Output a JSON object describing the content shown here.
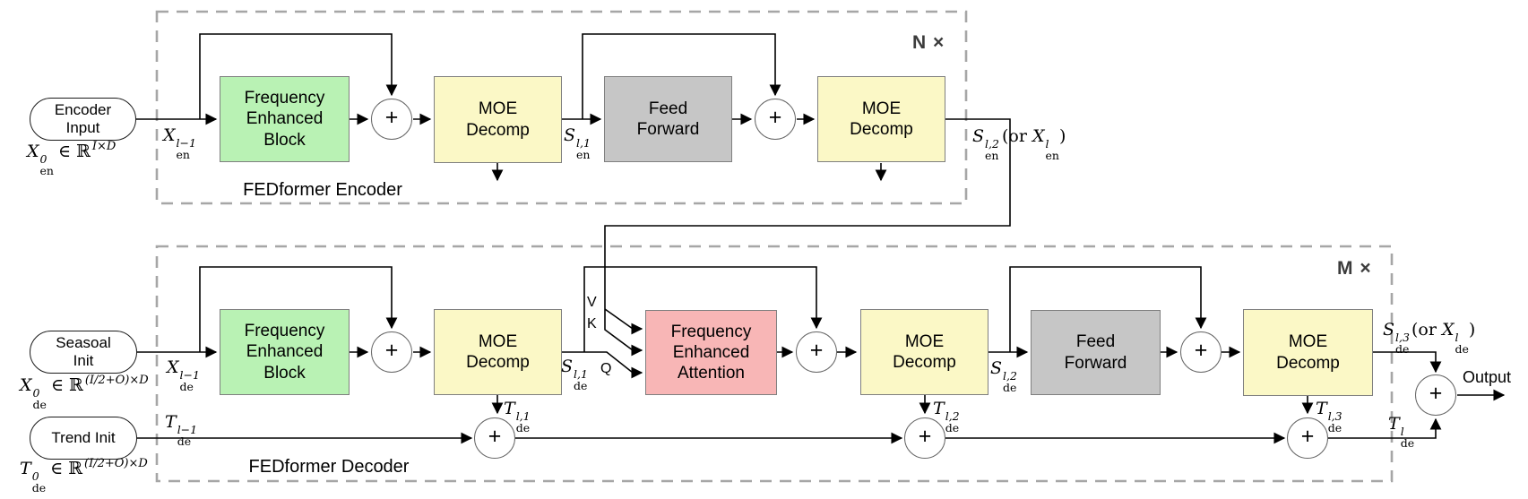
{
  "plus": "+",
  "output_label": "Output",
  "colors": {
    "freq_block_green": "#b9f2b4",
    "moe_yellow": "#fbf8c6",
    "feed_forward_gray": "#c6c6c6",
    "attention_pink": "#f8b6b6",
    "dash_gray": "#a6a6a6"
  },
  "blocks": {
    "feb": "Frequency Enhanced Block",
    "moe": "MOE Decomp",
    "ff": "Feed Forward",
    "fea": "Frequency Enhanced Attention"
  },
  "encoder": {
    "title": "FEDformer Encoder",
    "repeat": "N ×",
    "input_box": "Encoder Input",
    "input_math": {
      "base": "X",
      "sup": "0",
      "sub": "en",
      "mid": "∈ ℝ",
      "dim": "I×D"
    },
    "x_prev": {
      "base": "X",
      "sup": "l−1",
      "sub": "en"
    },
    "s1": {
      "base": "S",
      "sup": "l,1",
      "sub": "en"
    },
    "s2": {
      "base": "S",
      "sup": "l,2",
      "sub": "en"
    },
    "s2_or": {
      "pre": "(or ",
      "base": "X",
      "sup": "l",
      "sub": "en",
      "post": ")"
    }
  },
  "decoder": {
    "title": "FEDformer Decoder",
    "repeat": "M ×",
    "seasonal_box": "Seasoal Init",
    "seasonal_math": {
      "base": "X",
      "sup": "0",
      "sub": "de",
      "mid": "∈ ℝ",
      "dim": "(I/2+O)×D"
    },
    "trend_box": "Trend Init",
    "trend_math": {
      "base": "T",
      "sup": "0",
      "sub": "de",
      "mid": "∈ ℝ",
      "dim": "(I/2+O)×D"
    },
    "x_prev": {
      "base": "X",
      "sup": "l−1",
      "sub": "de"
    },
    "t_prev": {
      "base": "T",
      "sup": "l−1",
      "sub": "de"
    },
    "s1": {
      "base": "S",
      "sup": "l,1",
      "sub": "de"
    },
    "s2": {
      "base": "S",
      "sup": "l,2",
      "sub": "de"
    },
    "s3": {
      "base": "S",
      "sup": "l,3",
      "sub": "de"
    },
    "s3_or": {
      "pre": "(or ",
      "base": "X",
      "sup": "l",
      "sub": "de",
      "post": ")"
    },
    "t1": {
      "base": "T",
      "sup": "l,1",
      "sub": "de"
    },
    "t2": {
      "base": "T",
      "sup": "l,2",
      "sub": "de"
    },
    "t3": {
      "base": "T",
      "sup": "l,3",
      "sub": "de"
    },
    "t_out": {
      "base": "T",
      "sup": "l",
      "sub": "de"
    },
    "v_label": "V",
    "k_label": "K",
    "q_label": "Q"
  }
}
